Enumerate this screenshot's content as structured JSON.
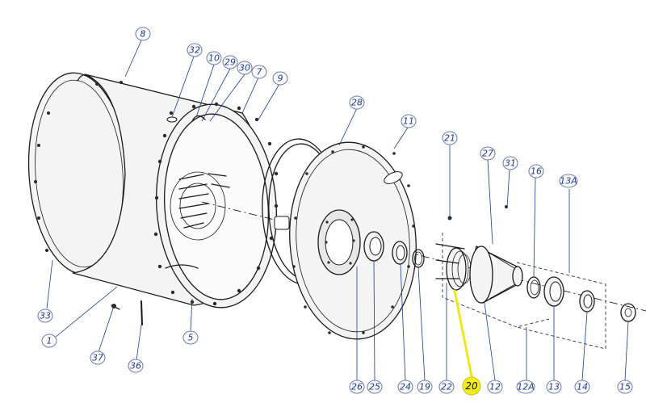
{
  "callouts": [
    {
      "id": "c8",
      "text": "8"
    },
    {
      "id": "c32",
      "text": "32"
    },
    {
      "id": "c10",
      "text": "10"
    },
    {
      "id": "c29",
      "text": "29"
    },
    {
      "id": "c30",
      "text": "30"
    },
    {
      "id": "c7",
      "text": "7"
    },
    {
      "id": "c9",
      "text": "9"
    },
    {
      "id": "c28",
      "text": "28"
    },
    {
      "id": "c11",
      "text": "11"
    },
    {
      "id": "c21",
      "text": "21"
    },
    {
      "id": "c27",
      "text": "27"
    },
    {
      "id": "c31",
      "text": "31"
    },
    {
      "id": "c16",
      "text": "16"
    },
    {
      "id": "c13A",
      "text": "13A"
    },
    {
      "id": "c33",
      "text": "33"
    },
    {
      "id": "c1",
      "text": "1"
    },
    {
      "id": "c5",
      "text": "5"
    },
    {
      "id": "c37",
      "text": "37"
    },
    {
      "id": "c36",
      "text": "36"
    },
    {
      "id": "c26",
      "text": "26"
    },
    {
      "id": "c25",
      "text": "25"
    },
    {
      "id": "c24",
      "text": "24"
    },
    {
      "id": "c19",
      "text": "19"
    },
    {
      "id": "c22",
      "text": "22"
    },
    {
      "id": "c20",
      "text": "20",
      "highlighted": true
    },
    {
      "id": "c12",
      "text": "12"
    },
    {
      "id": "c12A",
      "text": "12A"
    },
    {
      "id": "c13",
      "text": "13"
    },
    {
      "id": "c14",
      "text": "14"
    },
    {
      "id": "c15",
      "text": "15"
    }
  ],
  "colors": {
    "callout_text": "#1d3b8f",
    "callout_border": "#6a7aa6",
    "highlight": "#f2ee1c",
    "linework": "#1a1a1a"
  }
}
